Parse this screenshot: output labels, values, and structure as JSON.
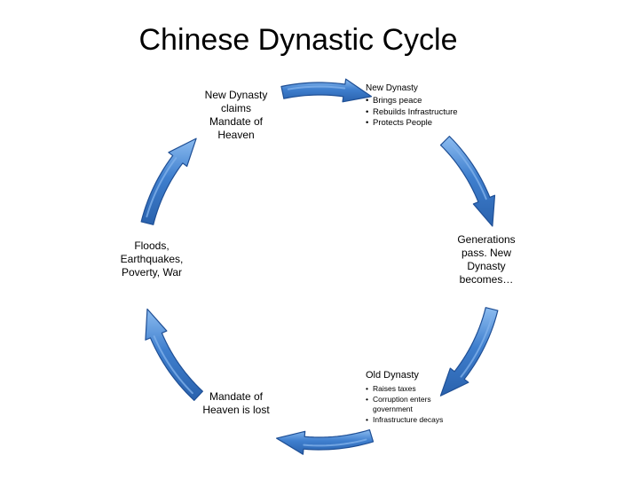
{
  "title": "Chinese Dynastic Cycle",
  "colors": {
    "arrow_fill": "#3f7fce",
    "arrow_edge": "#1f4f95",
    "arrow_highlight": "#7fb0ea"
  },
  "nodes": {
    "new_dynasty_claims": "New Dynasty claims Mandate of Heaven",
    "generations_pass": "Generations pass. New Dynasty becomes…",
    "mandate_lost": "Mandate of Heaven is lost",
    "disasters": "Floods, Earthquakes, Poverty, War"
  },
  "new_dynasty_box": {
    "heading": "New Dynasty",
    "bullets": [
      "Brings peace",
      "Rebuilds Infrastructure",
      "Protects People"
    ]
  },
  "old_dynasty_box": {
    "heading": "Old Dynasty",
    "bullets": [
      "Raises taxes",
      "Corruption enters government",
      "Infrastructure decays"
    ]
  },
  "bullet_glyph": "•"
}
